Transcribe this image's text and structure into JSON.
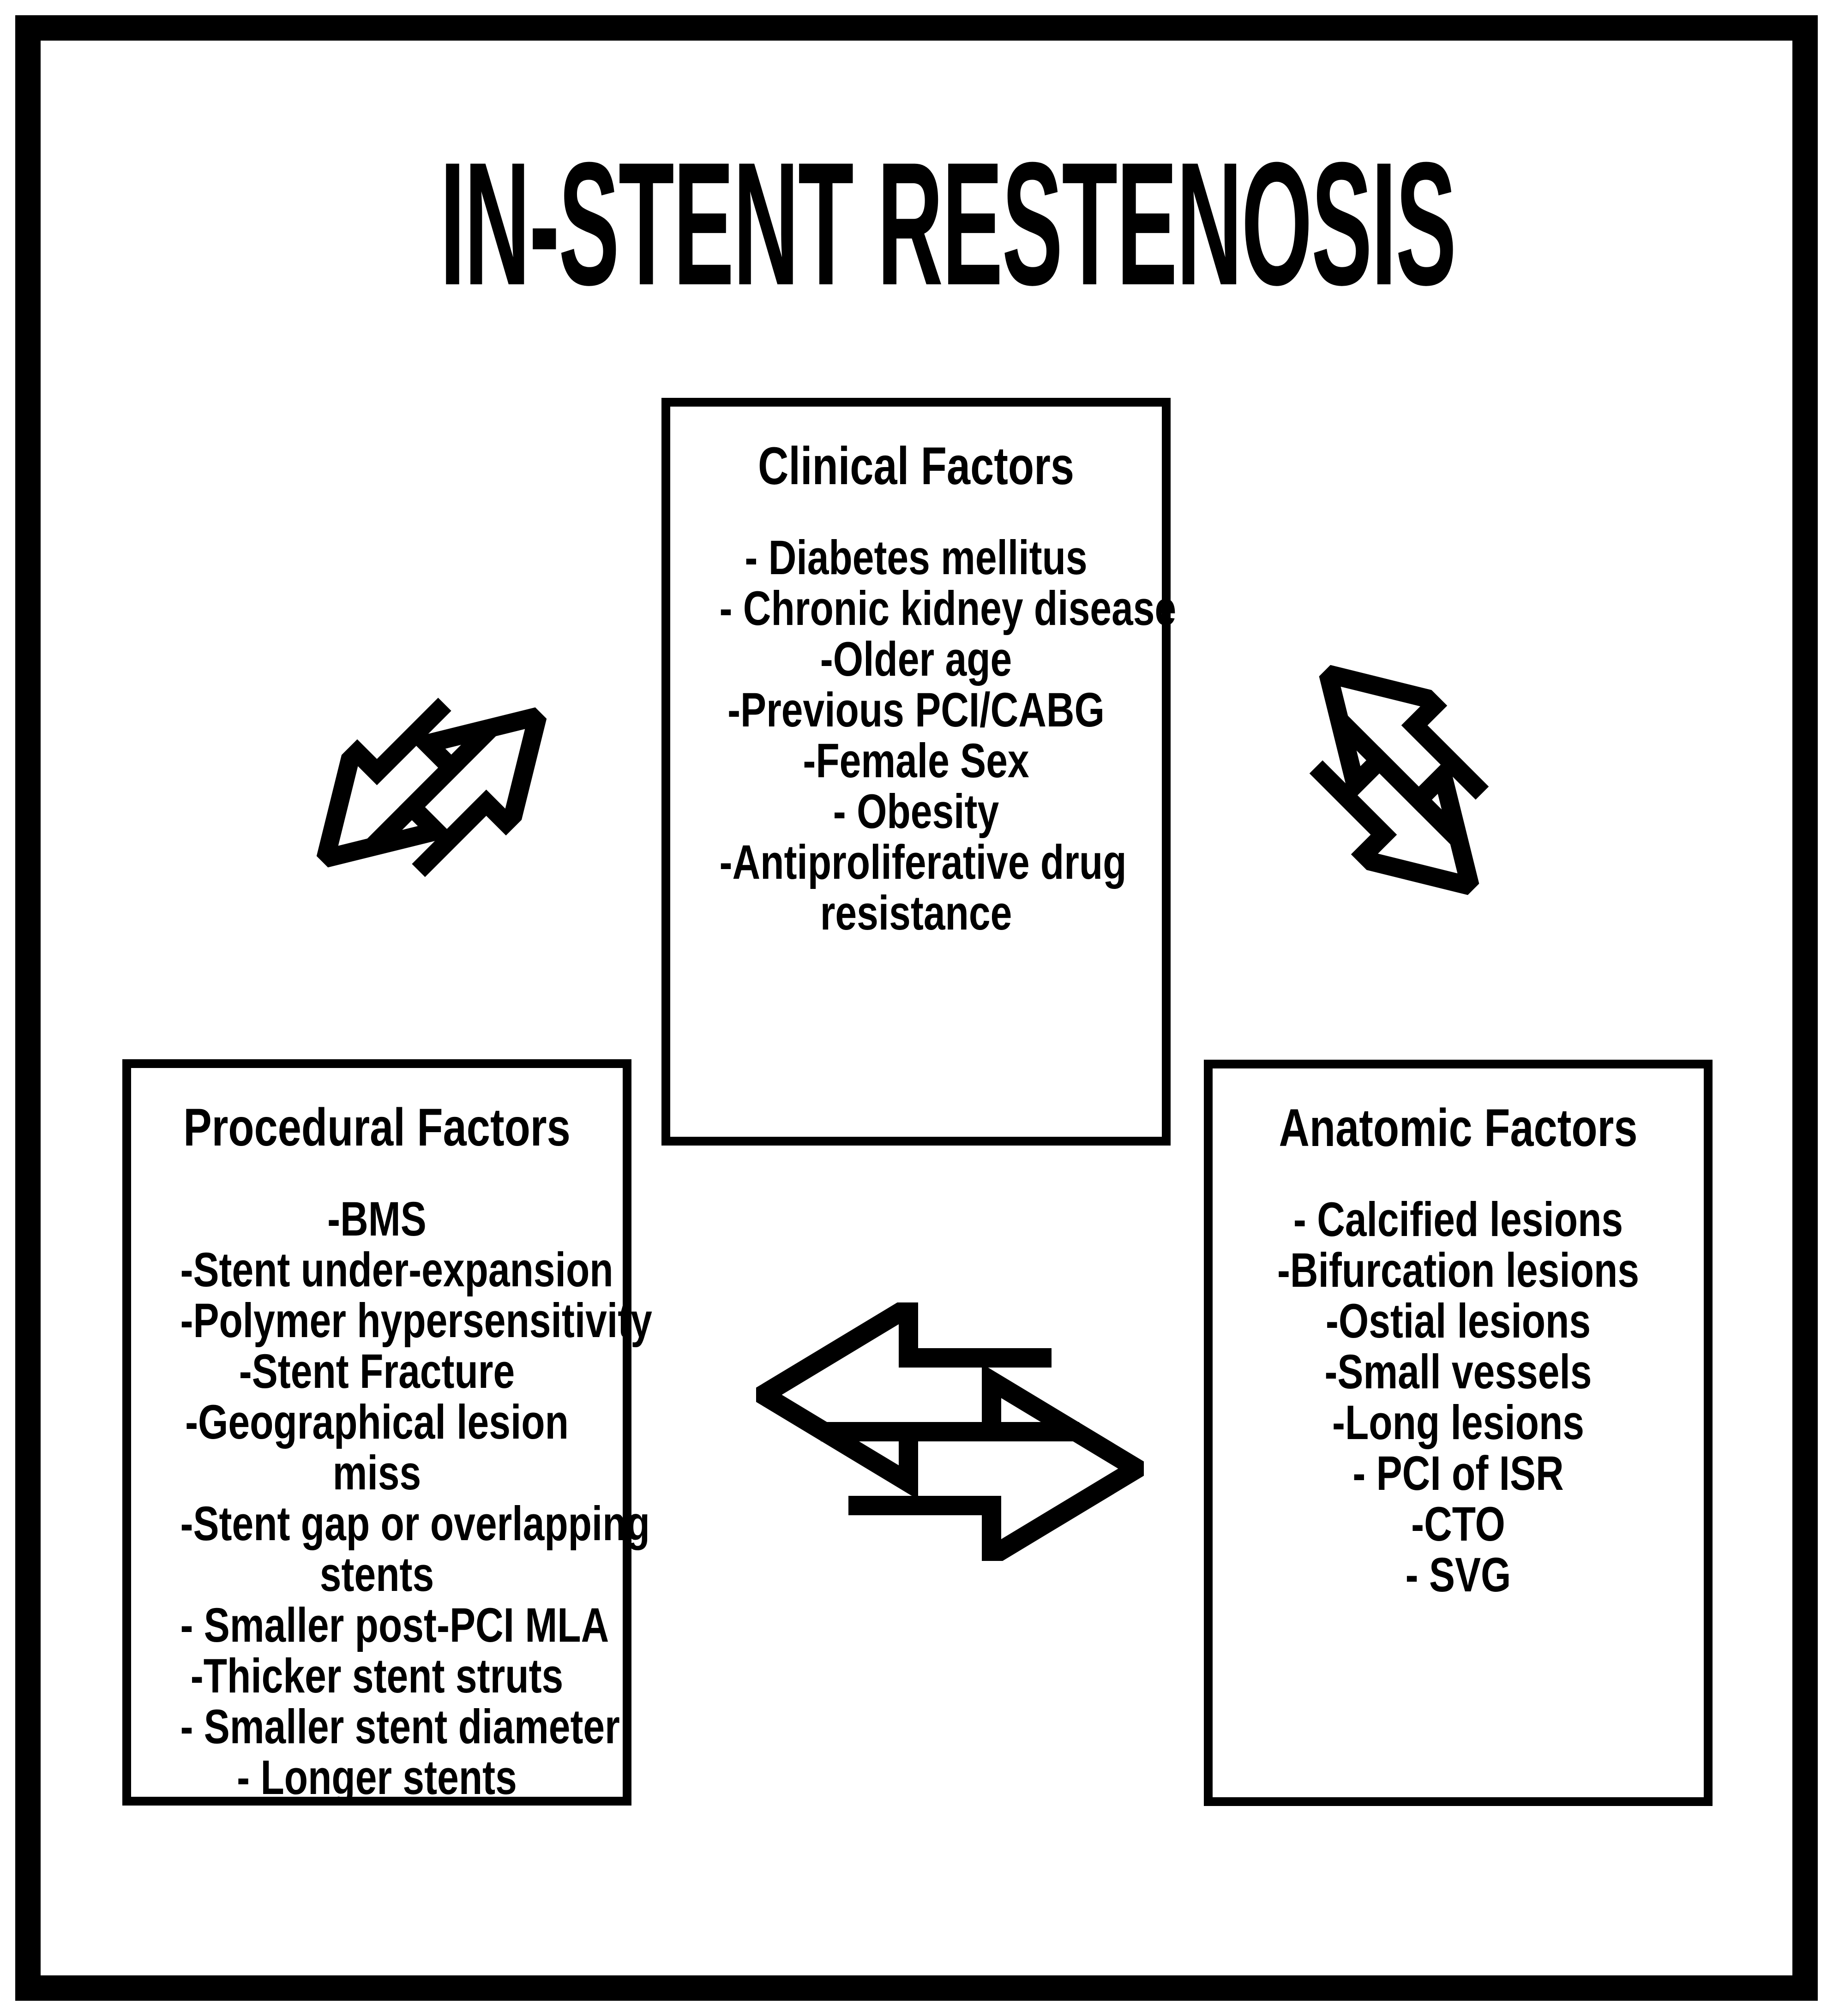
{
  "title": "IN-STENT RESTENOSIS",
  "boxes": {
    "clinical": {
      "heading": "Clinical Factors",
      "lines": [
        "- Diabetes mellitus",
        "- Chronic kidney disease",
        "-Older age",
        "-Previous PCI/CABG",
        "-Female Sex",
        "- Obesity",
        "-Antiproliferative drug",
        "resistance"
      ]
    },
    "procedural": {
      "heading": "Procedural Factors",
      "lines": [
        "-BMS",
        "-Stent under-expansion",
        "-Polymer hypersensitivity",
        "-Stent Fracture",
        "-Geographical lesion",
        "miss",
        "-Stent gap or overlapping",
        "stents",
        "- Smaller post-PCI MLA",
        "-Thicker stent struts",
        "- Smaller stent diameter",
        "- Longer stents"
      ]
    },
    "anatomic": {
      "heading": "Anatomic Factors",
      "lines": [
        "- Calcified lesions",
        "-Bifurcation lesions",
        "-Ostial lesions",
        "-Small vessels",
        "-Long lesions",
        "- PCI of ISR",
        "-CTO",
        "- SVG"
      ]
    }
  },
  "icons": {
    "left_arrow": "two-way-diagonal-arrow",
    "right_arrow": "two-way-diagonal-arrow",
    "bottom_arrow": "two-way-horizontal-arrow"
  },
  "colors": {
    "ink": "#000000",
    "background": "#ffffff"
  }
}
